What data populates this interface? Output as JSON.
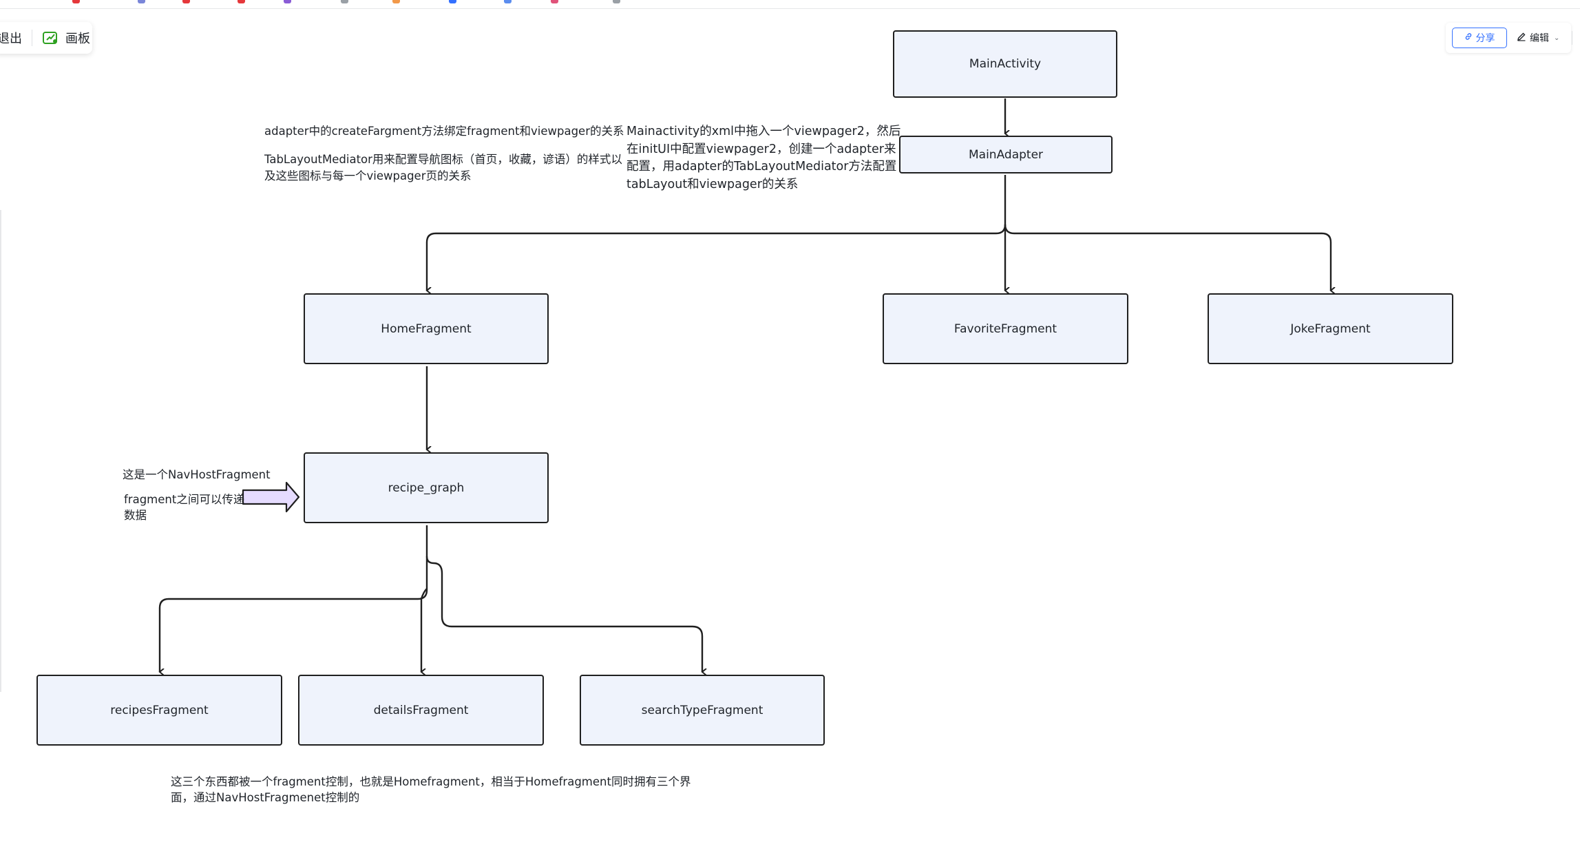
{
  "toolbar_left": {
    "exit_label": "退出",
    "board_label": "画板"
  },
  "toolbar_right": {
    "share_label": "分享",
    "edit_label": "编辑"
  },
  "accent_colors": {
    "primary_blue": "#3370ff",
    "node_fill": "#eff3fc",
    "node_border": "#1f1f1f",
    "arrow_shape_fill": "#e6dcff"
  },
  "nodes": {
    "main_activity": "MainActivity",
    "main_adapter": "MainAdapter",
    "home_fragment": "HomeFragment",
    "favorite_fragment": "FavoriteFragment",
    "joke_fragment": "JokeFragment",
    "recipe_graph": "recipe_graph",
    "recipes_fragment": "recipesFragment",
    "details_fragment": "detailsFragment",
    "search_type_fragment": "searchTypeFragment"
  },
  "notes": {
    "adapter_line": "adapter中的createFargment方法绑定fragment和viewpager的关系",
    "tablayout_line1": "TabLayoutMediator用来配置导航图标（首页，收藏，谚语）的样式以",
    "tablayout_line2": "及这些图标与每一个viewpager页的关系",
    "mainactivity_line1": "Mainactivity的xml中拖入一个viewpager2，然后",
    "mainactivity_line2": "在initUI中配置viewpager2，创建一个adapter来",
    "mainactivity_line3": "配置，用adapter的TabLayoutMediator方法配置",
    "mainactivity_line4": "tabLayout和viewpager的关系",
    "navhost_label": "这是一个NavHostFragment",
    "pass_data_line1": "fragment之间可以传递",
    "pass_data_line2": "数据",
    "bottom_line1": "这三个东西都被一个fragment控制，也就是Homefragment，相当于Homefragment同时拥有三个界",
    "bottom_line2": "面，通过NavHostFragmenet控制的"
  },
  "icons": {
    "board": "whiteboard-icon",
    "share": "link-icon",
    "edit": "pencil-icon",
    "dropdown": "chevron-down-icon"
  }
}
